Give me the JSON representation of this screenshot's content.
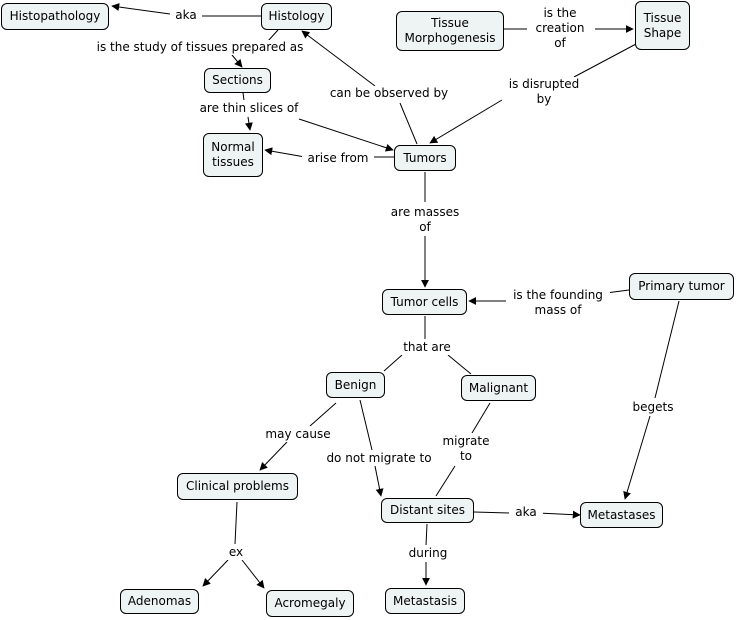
{
  "nodes": {
    "histopathology": "Histopathology",
    "histology": "Histology",
    "tissue_morphogenesis": "Tissue\nMorphogenesis",
    "tissue_shape": "Tissue\nShape",
    "sections": "Sections",
    "normal_tissues": "Normal\ntissues",
    "tumors": "Tumors",
    "tumor_cells": "Tumor cells",
    "primary_tumor": "Primary tumor",
    "benign": "Benign",
    "malignant": "Malignant",
    "clinical_problems": "Clinical problems",
    "distant_sites": "Distant sites",
    "metastases": "Metastases",
    "adenomas": "Adenomas",
    "acromegaly": "Acromegaly",
    "metastasis": "Metastasis"
  },
  "links": {
    "aka_1": "aka",
    "study_of": "is the study of tissues prepared as",
    "creation_of": "is the\ncreation\nof",
    "disrupted_by": "is disrupted\nby",
    "thin_slices": "are thin slices of",
    "observed_by": "can be observed by",
    "arise_from": "arise from",
    "masses_of": "are masses\nof",
    "founding_mass": "is the founding\nmass of",
    "begets": "begets",
    "that_are": "that are",
    "may_cause": "may cause",
    "do_not_migrate": "do not migrate to",
    "migrate_to": "migrate\nto",
    "aka_2": "aka",
    "ex": "ex",
    "during": "during"
  }
}
